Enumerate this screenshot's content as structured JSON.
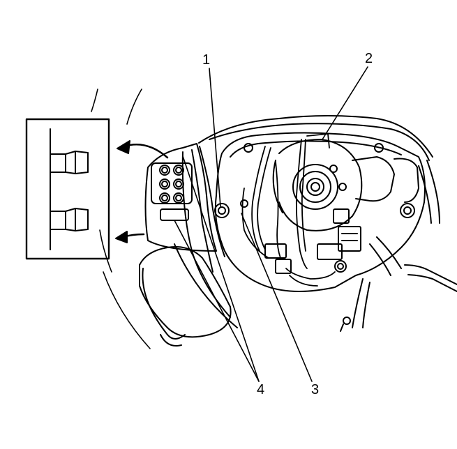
{
  "figure": {
    "callouts": [
      {
        "id": "1",
        "text": "1"
      },
      {
        "id": "2",
        "text": "2"
      },
      {
        "id": "3",
        "text": "3"
      },
      {
        "id": "4",
        "text": "4"
      }
    ],
    "inset": {
      "description_icons": [
        "rubber-bumper-icon",
        "rubber-bumper-icon"
      ]
    },
    "colors": {
      "line": "#000000",
      "background": "#ffffff"
    }
  }
}
